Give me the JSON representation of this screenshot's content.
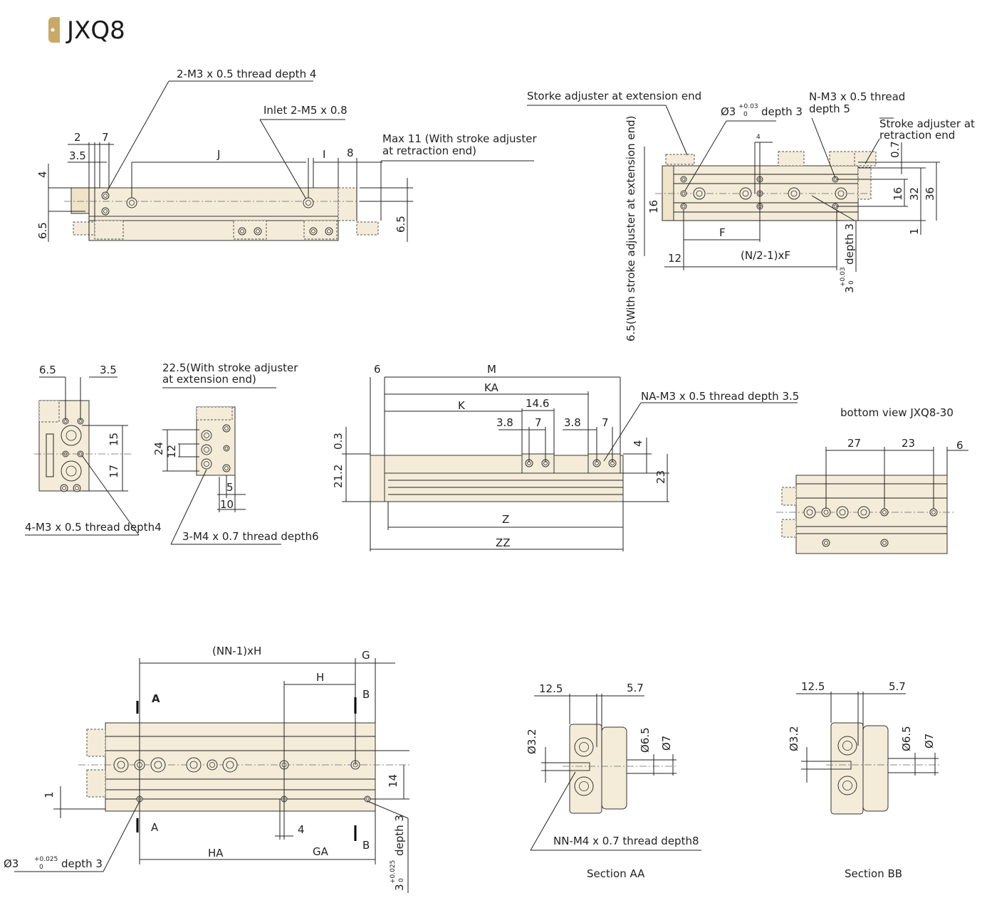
{
  "header": {
    "title": "JXQ8",
    "logo_color": "#c8a96a"
  },
  "colors": {
    "body": "#f4ecd9",
    "line": "#222222"
  },
  "top_view": {
    "callout_thread": "2-M3 x 0.5 thread depth 4",
    "callout_inlet": "Inlet 2-M5 x 0.8",
    "max_note_line1": "Max 11 (With stroke adjuster",
    "max_note_line2": "at retraction end)",
    "dims": {
      "d2": "2",
      "d7": "7",
      "d35": "3.5",
      "J": "J",
      "I": "I",
      "d8": "8",
      "d4": "4",
      "d65_left": "6.5",
      "d65_right": "6.5"
    }
  },
  "side_view": {
    "callout_adjuster_ext": "Storke adjuster at extension end",
    "callout_hole_prefix": "Ø3",
    "callout_hole_tol_upper": "+0.03",
    "callout_hole_tol_lower": "0",
    "callout_hole_suffix": "depth 3",
    "callout_thread_line1": "N-M3 x 0.5 thread",
    "callout_thread_line2": "depth 5",
    "callout_adjuster_ret_line1": "Stroke adjuster at",
    "callout_adjuster_ret_line2": "retraction end",
    "vertical_note": "6.5(With stroke adjuster at extension end)",
    "dims": {
      "d4": "4",
      "d07": "0.7",
      "d16_right": "16",
      "d32": "32",
      "d36": "36",
      "d1": "1",
      "d16_left": "16",
      "F": "F",
      "d12": "12",
      "NF": "(N/2-1)xF",
      "depth": "depth 3",
      "tol_base": "3",
      "tol_upper": "+0.03",
      "tol_lower": "0"
    }
  },
  "end_view_left": {
    "dims": {
      "d65": "6.5",
      "d35": "3.5",
      "d15": "15",
      "d17": "17"
    },
    "callout": "4-M3 x 0.5 thread depth4"
  },
  "end_view_right": {
    "note_line1": "22.5(With stroke adjuster",
    "note_line2": "at extension end)",
    "dims": {
      "d24": "24",
      "d12": "12",
      "d5": "5",
      "d10": "10"
    },
    "callout": "3-M4 x 0.7 thread depth6"
  },
  "front_view": {
    "dims": {
      "d6": "6",
      "M": "M",
      "KA": "KA",
      "K": "K",
      "d146": "14.6",
      "d38a": "3.8",
      "d7a": "7",
      "d38b": "3.8",
      "d7b": "7",
      "d03": "0.3",
      "d212": "21.2",
      "d4": "4",
      "d23": "23",
      "Z": "Z",
      "ZZ": "ZZ"
    },
    "callout": "NA-M3 x 0.5 thread depth 3.5"
  },
  "bottom_view": {
    "title": "bottom view  JXQ8-30",
    "dims": {
      "d27": "27",
      "d23": "23",
      "d6": "6"
    }
  },
  "lower_view": {
    "dims": {
      "NNH": "(NN-1)xH",
      "G": "G",
      "H": "H",
      "A_top": "A",
      "B_top": "B",
      "d14": "14",
      "d1": "1",
      "A_bottom": "A",
      "d4": "4",
      "B_bottom": "B",
      "HA": "HA",
      "GA": "GA"
    },
    "hole_callout_prefix": "Ø3",
    "hole_tol_upper": "+0.025",
    "hole_tol_lower": "0",
    "hole_callout_suffix": "depth 3",
    "vertical_depth": "depth 3",
    "vertical_tol_base": "3",
    "vertical_tol_upper": "+0.025",
    "vertical_tol_lower": "0"
  },
  "section_aa": {
    "dims": {
      "d125": "12.5",
      "d57": "5.7",
      "d32": "Ø3.2",
      "d65": "Ø6.5",
      "d7": "Ø7"
    },
    "callout": "NN-M4 x 0.7 thread depth8",
    "label": "Section AA"
  },
  "section_bb": {
    "dims": {
      "d125": "12.5",
      "d57": "5.7",
      "d32": "Ø3.2",
      "d65": "Ø6.5",
      "d7": "Ø7"
    },
    "label": "Section BB"
  }
}
